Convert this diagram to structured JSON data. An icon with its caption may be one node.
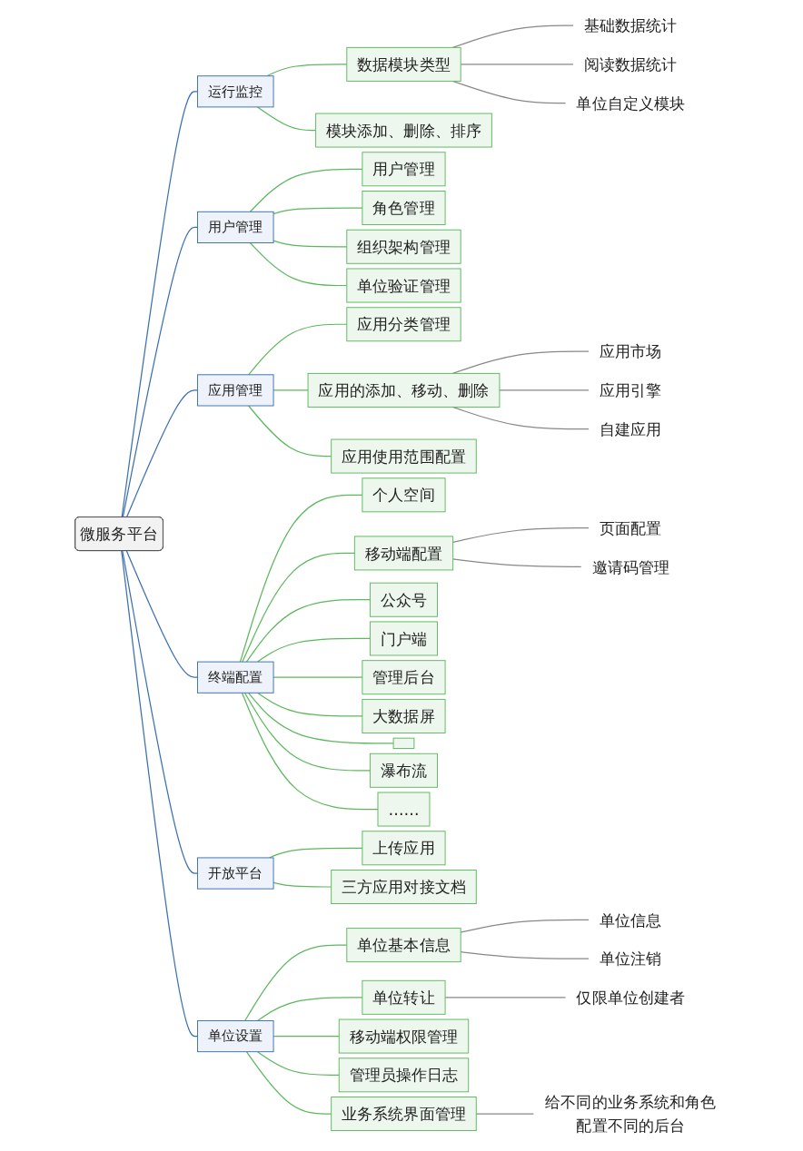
{
  "diagram": {
    "nodes": [
      {
        "text": [
          "微服务平台"
        ]
      },
      {
        "text": [
          "运行监控"
        ]
      },
      {
        "text": [
          "数据模块类型"
        ]
      },
      {
        "text": [
          "基础数据统计"
        ]
      },
      {
        "text": [
          "阅读数据统计"
        ]
      },
      {
        "text": [
          "单位自定义模块"
        ]
      },
      {
        "text": [
          "模块添加、删除、排序"
        ]
      },
      {
        "text": [
          "用户管理"
        ]
      },
      {
        "text": [
          "用户管理"
        ]
      },
      {
        "text": [
          "角色管理"
        ]
      },
      {
        "text": [
          "组织架构管理"
        ]
      },
      {
        "text": [
          "单位验证管理"
        ]
      },
      {
        "text": [
          "应用管理"
        ]
      },
      {
        "text": [
          "应用分类管理"
        ]
      },
      {
        "text": [
          "应用的添加、移动、删除"
        ]
      },
      {
        "text": [
          "应用市场"
        ]
      },
      {
        "text": [
          "应用引擎"
        ]
      },
      {
        "text": [
          "自建应用"
        ]
      },
      {
        "text": [
          "应用使用范围配置"
        ]
      },
      {
        "text": [
          "终端配置"
        ]
      },
      {
        "text": [
          "个人空间"
        ]
      },
      {
        "text": [
          "移动端配置"
        ]
      },
      {
        "text": [
          "页面配置"
        ]
      },
      {
        "text": [
          "邀请码管理"
        ]
      },
      {
        "text": [
          "公众号"
        ]
      },
      {
        "text": [
          "门户端"
        ]
      },
      {
        "text": [
          "管理后台"
        ]
      },
      {
        "text": [
          "大数据屏"
        ]
      },
      {
        "text": [],
        "shape": "box"
      },
      {
        "text": [
          "瀑布流"
        ]
      },
      {
        "text": [
          "……"
        ]
      },
      {
        "text": [
          "开放平台"
        ]
      },
      {
        "text": [
          "上传应用"
        ]
      },
      {
        "text": [
          "三方应用对接文档"
        ]
      },
      {
        "text": [
          "单位设置"
        ]
      },
      {
        "text": [
          "单位基本信息"
        ]
      },
      {
        "text": [
          "单位信息"
        ]
      },
      {
        "text": [
          "单位注销"
        ]
      },
      {
        "text": [
          "单位转让"
        ]
      },
      {
        "text": [
          "仅限单位创建者"
        ]
      },
      {
        "text": [
          "移动端权限管理"
        ]
      },
      {
        "text": [
          "管理员操作日志"
        ]
      },
      {
        "text": [
          "业务系统界面管理"
        ]
      },
      {
        "text": [
          "给不同的业务系统和角色配置不同的后台"
        ]
      }
    ],
    "edges": [
      {
        "from": 0,
        "to": 1,
        "arrow": "none",
        "color": "#3a6fb0"
      },
      {
        "from": 1,
        "to": 2,
        "arrow": "none"
      },
      {
        "from": 2,
        "to": 3,
        "arrow": "none",
        "color": "#888888"
      },
      {
        "from": 2,
        "to": 4,
        "arrow": "none",
        "color": "#888888"
      },
      {
        "from": 2,
        "to": 5,
        "arrow": "none",
        "color": "#888888"
      },
      {
        "from": 1,
        "to": 6,
        "arrow": "none"
      },
      {
        "from": 0,
        "to": 7,
        "arrow": "none",
        "color": "#3a6fb0"
      },
      {
        "from": 7,
        "to": 8,
        "arrow": "none"
      },
      {
        "from": 7,
        "to": 9,
        "arrow": "none"
      },
      {
        "from": 7,
        "to": 10,
        "arrow": "none"
      },
      {
        "from": 7,
        "to": 11,
        "arrow": "none"
      },
      {
        "from": 0,
        "to": 12,
        "arrow": "none",
        "color": "#3a6fb0"
      },
      {
        "from": 12,
        "to": 13,
        "arrow": "none"
      },
      {
        "from": 12,
        "to": 14,
        "arrow": "none"
      },
      {
        "from": 14,
        "to": 15,
        "arrow": "none",
        "color": "#888888"
      },
      {
        "from": 14,
        "to": 16,
        "arrow": "none",
        "color": "#888888"
      },
      {
        "from": 14,
        "to": 17,
        "arrow": "none",
        "color": "#888888"
      },
      {
        "from": 12,
        "to": 18,
        "arrow": "none"
      },
      {
        "from": 0,
        "to": 19,
        "arrow": "none",
        "color": "#3a6fb0"
      },
      {
        "from": 19,
        "to": 20,
        "arrow": "none"
      },
      {
        "from": 19,
        "to": 21,
        "arrow": "none"
      },
      {
        "from": 21,
        "to": 22,
        "arrow": "none",
        "color": "#888888"
      },
      {
        "from": 21,
        "to": 23,
        "arrow": "none",
        "color": "#888888"
      },
      {
        "from": 19,
        "to": 24,
        "arrow": "none"
      },
      {
        "from": 19,
        "to": 25,
        "arrow": "none"
      },
      {
        "from": 19,
        "to": 26,
        "arrow": "none"
      },
      {
        "from": 19,
        "to": 27,
        "arrow": "none"
      },
      {
        "from": 19,
        "to": 28,
        "arrow": "none"
      },
      {
        "from": 19,
        "to": 29,
        "arrow": "none"
      },
      {
        "from": 19,
        "to": 30,
        "arrow": "none"
      },
      {
        "from": 0,
        "to": 31,
        "arrow": "none",
        "color": "#3a6fb0"
      },
      {
        "from": 31,
        "to": 32,
        "arrow": "none"
      },
      {
        "from": 31,
        "to": 33,
        "arrow": "none"
      },
      {
        "from": 0,
        "to": 34,
        "arrow": "none",
        "color": "#3a6fb0"
      },
      {
        "from": 34,
        "to": 35,
        "arrow": "none"
      },
      {
        "from": 35,
        "to": 36,
        "arrow": "none",
        "color": "#888888"
      },
      {
        "from": 35,
        "to": 37,
        "arrow": "none",
        "color": "#888888"
      },
      {
        "from": 34,
        "to": 38,
        "arrow": "none"
      },
      {
        "from": 38,
        "to": 39,
        "arrow": "none",
        "color": "#888888"
      },
      {
        "from": 34,
        "to": 40,
        "arrow": "none"
      },
      {
        "from": 34,
        "to": 41,
        "arrow": "none"
      },
      {
        "from": 34,
        "to": 42,
        "arrow": "none"
      },
      {
        "from": 42,
        "to": 43,
        "arrow": "none",
        "color": "#888888"
      }
    ]
  }
}
